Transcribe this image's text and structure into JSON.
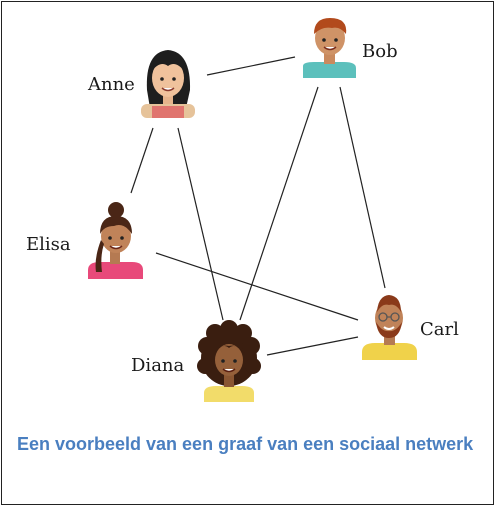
{
  "nodes": {
    "anne": "Anne",
    "bob": "Bob",
    "elisa": "Elisa",
    "carl": "Carl",
    "diana": "Diana"
  },
  "edges": [
    [
      "Anne",
      "Bob"
    ],
    [
      "Anne",
      "Elisa"
    ],
    [
      "Anne",
      "Diana"
    ],
    [
      "Bob",
      "Diana"
    ],
    [
      "Bob",
      "Carl"
    ],
    [
      "Elisa",
      "Carl"
    ],
    [
      "Diana",
      "Carl"
    ]
  ],
  "caption": "Een voorbeeld van een graaf van een sociaal netwerk",
  "colors": {
    "caption": "#4a7fc0",
    "edge": "#222222",
    "skin": "#c98a5e",
    "dark_skin": "#8a5632"
  }
}
